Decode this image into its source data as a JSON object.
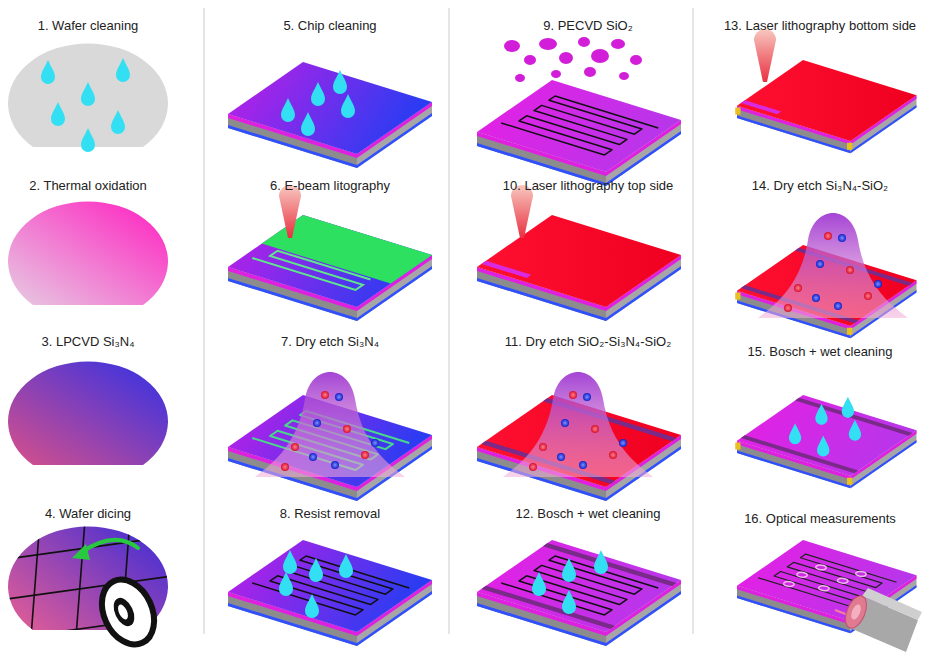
{
  "diagram": {
    "labels": [
      "1. Wafer cleaning",
      "2. Thermal oxidation",
      "3. LPCVD Si₃N₄",
      "4. Wafer dicing",
      "5. Chip cleaning",
      "6. E-beam litography",
      "7. Dry etch Si₃N₄",
      "8. Resist removal",
      "9. PECVD SiO₂",
      "10. Laser lithography top side",
      "11. Dry etch SiO₂-Si₃N₄-SiO₂",
      "12. Bosch + wet cleaning",
      "13. Laser lithography bottom side",
      "14. Dry etch Si₃N₄-SiO₂",
      "15. Bosch + wet cleaning",
      "16. Optical measurements"
    ]
  }
}
